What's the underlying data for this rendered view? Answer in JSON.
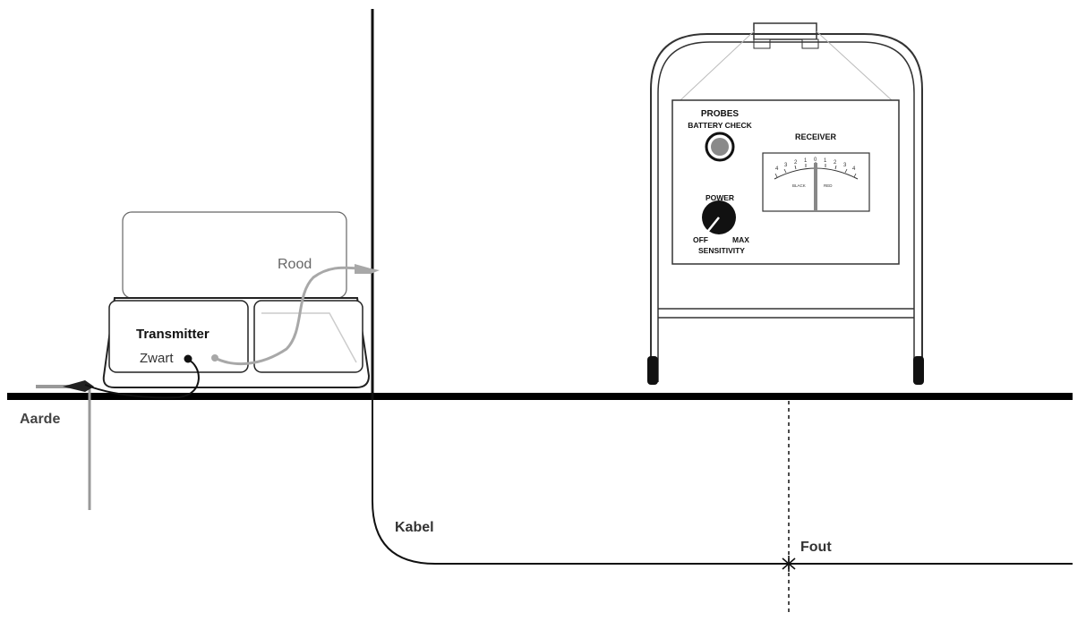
{
  "labels": {
    "ground": "Aarde",
    "red": "Rood",
    "black": "Zwart",
    "cable": "Kabel",
    "fault": "Fout"
  },
  "transmitter": {
    "title": "Transmitter"
  },
  "receiver": {
    "probes": "PROBES",
    "battery_check": "BATTERY CHECK",
    "title": "RECEIVER",
    "power": "POWER",
    "off": "OFF",
    "max": "MAX",
    "sensitivity": "SENSITIVITY",
    "meter_black": "BLACK",
    "meter_red": "RED",
    "meter_scale": [
      "4",
      "3",
      "2",
      "1",
      "0",
      "1",
      "2",
      "3",
      "4"
    ]
  },
  "colors": {
    "ground_line": "#000000",
    "wire_red": "#a8a8a8",
    "wire_black": "#111111",
    "outline": "#333333",
    "knob": "#111111",
    "battery_button": "#8a8a8a"
  }
}
